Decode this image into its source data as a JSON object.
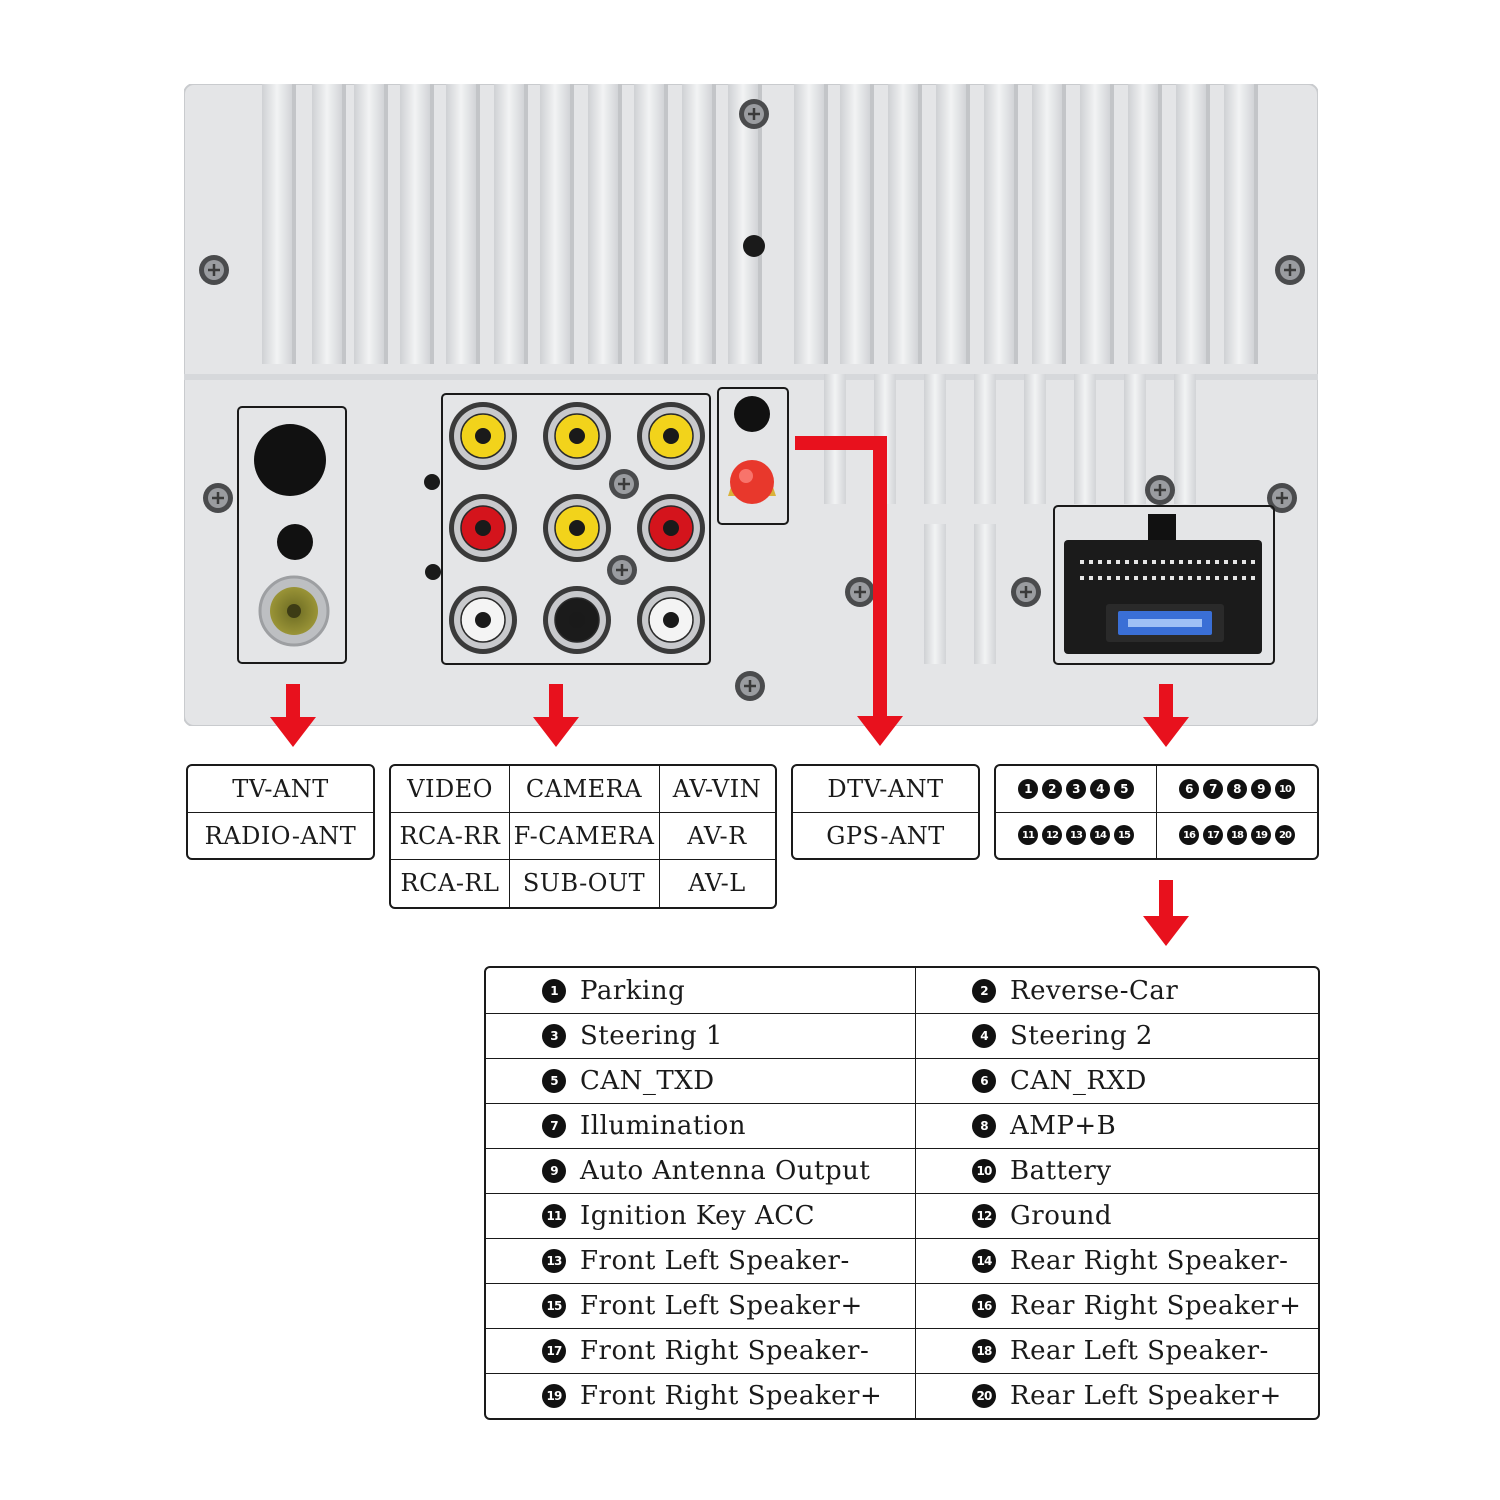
{
  "antenna_labels": [
    "TV-ANT",
    "RADIO-ANT"
  ],
  "av_labels": [
    [
      "VIDEO",
      "CAMERA",
      "AV-VIN"
    ],
    [
      "RCA-RR",
      "F-CAMERA",
      "AV-R"
    ],
    [
      "RCA-RL",
      "SUB-OUT",
      "AV-L"
    ]
  ],
  "gps_labels": [
    "DTV-ANT",
    "GPS-ANT"
  ],
  "pin_numbers": [
    [
      "1",
      "2",
      "3",
      "4",
      "5"
    ],
    [
      "6",
      "7",
      "8",
      "9",
      "10"
    ],
    [
      "11",
      "12",
      "13",
      "14",
      "15"
    ],
    [
      "16",
      "17",
      "18",
      "19",
      "20"
    ]
  ],
  "pins": [
    {
      "num": "1",
      "label": "Parking"
    },
    {
      "num": "2",
      "label": "Reverse-Car"
    },
    {
      "num": "3",
      "label": "Steering 1"
    },
    {
      "num": "4",
      "label": "Steering 2"
    },
    {
      "num": "5",
      "label": "CAN_TXD"
    },
    {
      "num": "6",
      "label": "CAN_RXD"
    },
    {
      "num": "7",
      "label": "Illumination"
    },
    {
      "num": "8",
      "label": "AMP+B"
    },
    {
      "num": "9",
      "label": "Auto Antenna Output"
    },
    {
      "num": "10",
      "label": "Battery"
    },
    {
      "num": "11",
      "label": "Ignition Key ACC"
    },
    {
      "num": "12",
      "label": "Ground"
    },
    {
      "num": "13",
      "label": "Front Left Speaker-"
    },
    {
      "num": "14",
      "label": "Rear Right Speaker-"
    },
    {
      "num": "15",
      "label": "Front Left Speaker+"
    },
    {
      "num": "16",
      "label": "Rear Right Speaker+"
    },
    {
      "num": "17",
      "label": "Front Right Speaker-"
    },
    {
      "num": "18",
      "label": "Rear Left Speaker-"
    },
    {
      "num": "19",
      "label": "Front Right Speaker+"
    },
    {
      "num": "20",
      "label": "Rear Left Speaker+"
    }
  ],
  "colors": {
    "arrow": "#e8111d",
    "panel": "#e7e8ea",
    "rca_yellow": "#f2d31b",
    "rca_red": "#d4141c",
    "rca_white": "#f4f4f4",
    "rca_black": "#1b1b1b",
    "gps_connector": "#e8382c",
    "fuse": "#3a6fd6"
  }
}
